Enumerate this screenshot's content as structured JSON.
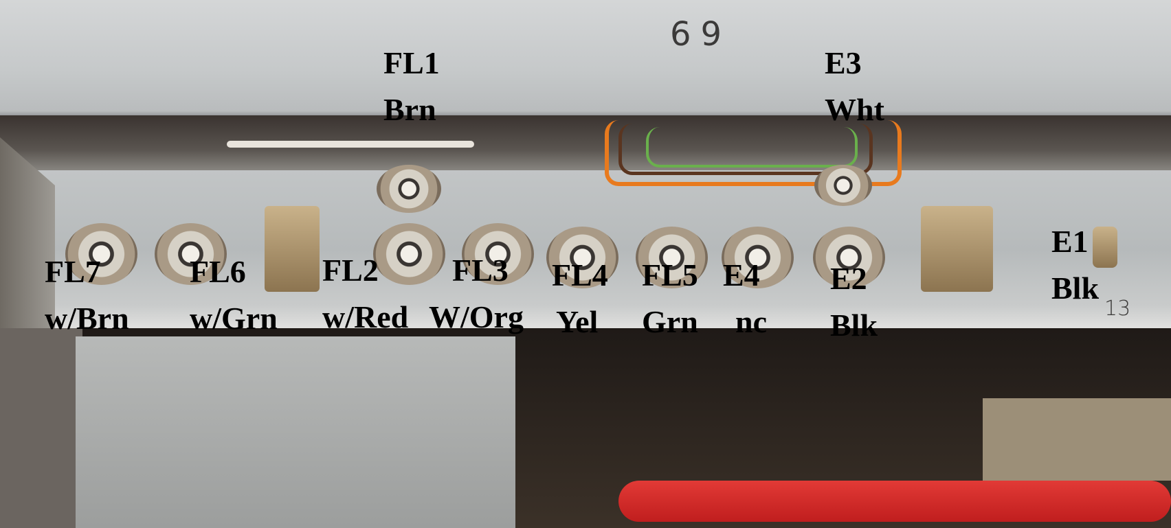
{
  "stamps": {
    "panel_number": "69",
    "bracket_number": "13"
  },
  "labels": [
    {
      "id": "FL1",
      "color": "Brn"
    },
    {
      "id": "E3",
      "color": "Wht"
    },
    {
      "id": "FL7",
      "color": "w/Brn"
    },
    {
      "id": "FL6",
      "color": "w/Grn"
    },
    {
      "id": "FL2",
      "color": "w/Red"
    },
    {
      "id": "FL3",
      "color": "W/Org"
    },
    {
      "id": "FL4",
      "color": "Yel"
    },
    {
      "id": "FL5",
      "color": "Grn"
    },
    {
      "id": "E4",
      "color": "nc"
    },
    {
      "id": "E2",
      "color": "Blk"
    },
    {
      "id": "E1",
      "color": "Blk"
    }
  ]
}
